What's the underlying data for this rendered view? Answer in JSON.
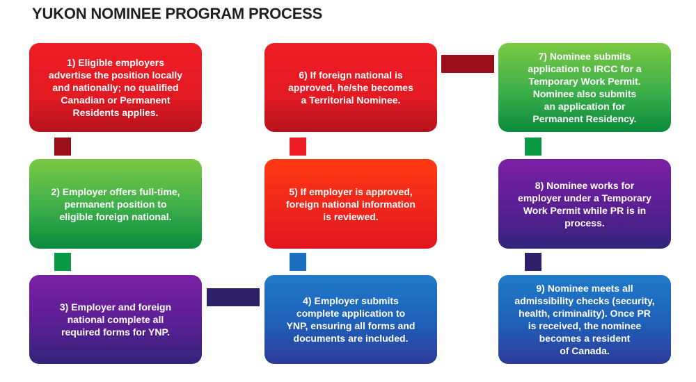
{
  "title": "YUKON NOMINEE PROGRAM PROCESS",
  "steps": [
    {
      "text": "1) Eligible employers\nadvertise the position locally\nand nationally; no qualified\nCanadian or Permanent\nResidents applies."
    },
    {
      "text": "2) Employer offers full-time,\npermanent position to\neligible foreign national."
    },
    {
      "text": "3) Employer and foreign\nnational complete all\nrequired forms for YNP."
    },
    {
      "text": "4) Employer submits\ncomplete application to\nYNP, ensuring all forms and\ndocuments are included."
    },
    {
      "text": "5) If employer is approved,\nforeign national information\nis reviewed."
    },
    {
      "text": "6) If foreign national is\napproved, he/she becomes\na Territorial Nominee."
    },
    {
      "text": "7) Nominee submits\napplication to IRCC for a\nTemporary Work Permit.\nNominee also submits\nan application for\nPermanent Residency."
    },
    {
      "text": "8) Nominee works for\nemployer under a Temporary\nWork Permit while PR is in\nprocess."
    },
    {
      "text": "9) Nominee meets all\nadmissibility checks (security,\nhealth, criminality). Once PR\nis received, the nominee\nbecomes a resident\nof Canada."
    }
  ],
  "colors": {
    "red": "#e31a23",
    "green": "#3cae4a",
    "purple": "#5a1f93",
    "blue": "#1f5fb7",
    "connector_dark_red": "#9b0f1a",
    "connector_red": "#ee1c24",
    "connector_green": "#0a9a44",
    "connector_blue": "#1b6fbf",
    "connector_dark_purple": "#2e1f66"
  }
}
